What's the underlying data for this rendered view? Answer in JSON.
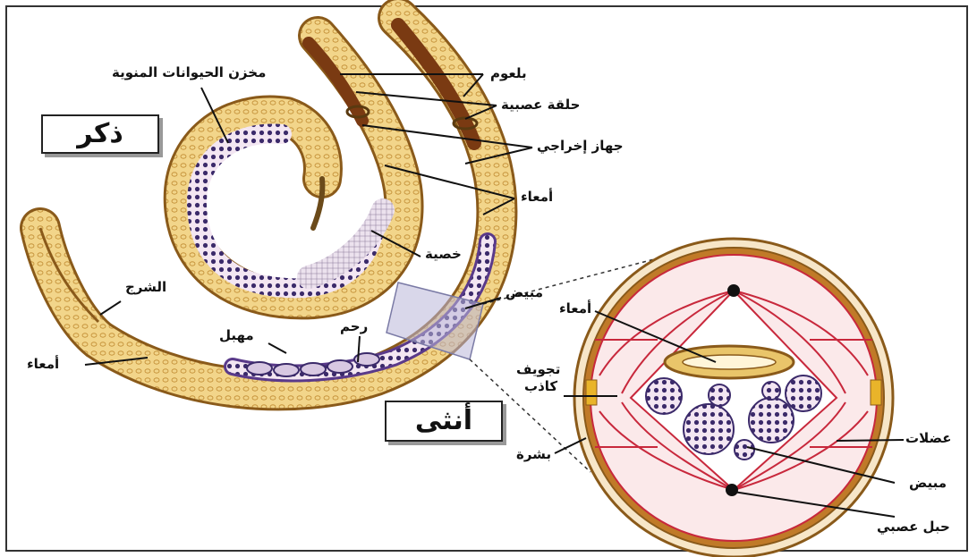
{
  "labels": {
    "male": "ذكر",
    "female": "أنثى",
    "pharynx": "بلعوم",
    "nerve_ring": "حلقة عصبية",
    "excretory_system": "جهاز إخراجي",
    "intestine_top": "أمعاء",
    "seminal_vesicle": "مخزن الحيوانات المنوية",
    "testis": "خصية",
    "ovary_top": "مبيض",
    "anus": "الشرج",
    "intestine_left": "أمعاء",
    "vagina": "مهبل",
    "uterus": "رحم",
    "intestine_section": "أمعاء",
    "pseudocoel_1": "تجويف",
    "pseudocoel_2": "كاذب",
    "cuticle": "بشرة",
    "muscles": "عضلات",
    "ovary_section": "مبيض",
    "nerve_cord": "حبل عصبي"
  },
  "colors": {
    "body_fill": "#f2d58a",
    "body_outline": "#8a5a1a",
    "pharynx": "#7a3a12",
    "gonad_male": "#e7d7ea",
    "gonad_female": "#5a3a8a",
    "egg": "#3b2a6a",
    "muscle_red": "#c8283c",
    "section_bg": "#fbe9ea"
  }
}
